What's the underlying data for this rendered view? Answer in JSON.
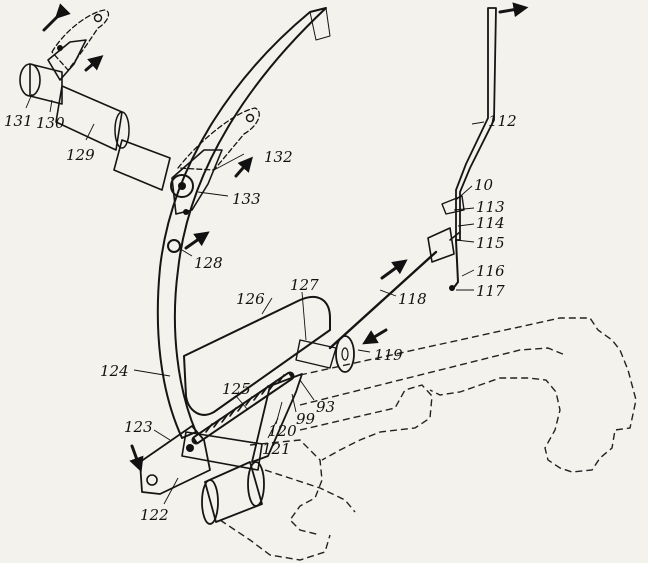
{
  "labels": {
    "l131": "131",
    "l130": "130",
    "l129": "129",
    "l132": "132",
    "l133": "133",
    "l128": "128",
    "l126": "126",
    "l127": "127",
    "l124": "124",
    "l125": "125",
    "l123": "123",
    "l122": "122",
    "l121": "121",
    "l120": "120",
    "l99": "99",
    "l93": "93",
    "l119": "119",
    "l118": "118",
    "l112": "112",
    "l10": "10",
    "l113": "113",
    "l114": "114",
    "l115": "115",
    "l116": "116",
    "l117": "117"
  },
  "colors": {
    "ink": "#151515",
    "paper": "#f4f2ec",
    "shade": "#2a2a2a"
  }
}
